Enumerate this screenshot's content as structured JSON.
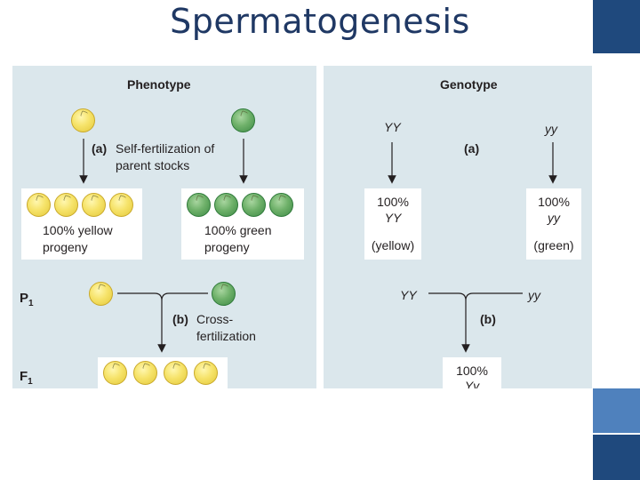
{
  "slide": {
    "title": "Spermatogenesis"
  },
  "colors": {
    "accent_dark": "#1f497d",
    "accent_light": "#4f81bd",
    "panel_bg": "#dbe7ec",
    "pea_yellow": "#f6e36a",
    "pea_green": "#6fb16a"
  },
  "phenotype": {
    "header": "Phenotype",
    "step_a": {
      "letter": "(a)",
      "text_line1": "Self-fertilization of",
      "text_line2": "parent stocks"
    },
    "yellow_progeny": {
      "line1": "100% yellow",
      "line2": "progeny"
    },
    "green_progeny": {
      "line1": "100% green",
      "line2": "progeny"
    },
    "step_b": {
      "letter": "(b)",
      "text_line1": "Cross-",
      "text_line2": "fertilization"
    },
    "p1": {
      "letter": "P",
      "sub": "1"
    },
    "f1": {
      "letter": "F",
      "sub": "1"
    }
  },
  "genotype": {
    "header": "Genotype",
    "left_parent": "YY",
    "right_parent": "yy",
    "step_a": "(a)",
    "left_result": {
      "line1": "100%",
      "line2": "YY",
      "line3": "(yellow)"
    },
    "right_result": {
      "line1": "100%",
      "line2": "yy",
      "line3": "(green)"
    },
    "cross_left": "YY",
    "cross_right": "yy",
    "step_b": "(b)",
    "cross_result": {
      "line1": "100%",
      "line2": "Yy"
    }
  }
}
